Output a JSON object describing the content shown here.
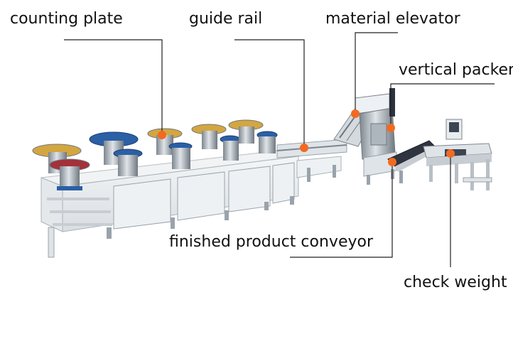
{
  "labels": {
    "counting_plate": "counting plate",
    "guide_rail": "guide rail",
    "material_elevator": "material elevator",
    "vertical_packer": "vertical packer",
    "finished_product_conveyor": "finished product conveyor",
    "check_weight": "check weight"
  },
  "colors": {
    "marker": "#f26a21",
    "leader_line": "#222222",
    "machine_frame": "#e8ecef",
    "steel": "#9aa3ab",
    "bowl_blue": "#2b5fa6",
    "bowl_red": "#a3313a",
    "parts_gold": "#d4a640"
  }
}
